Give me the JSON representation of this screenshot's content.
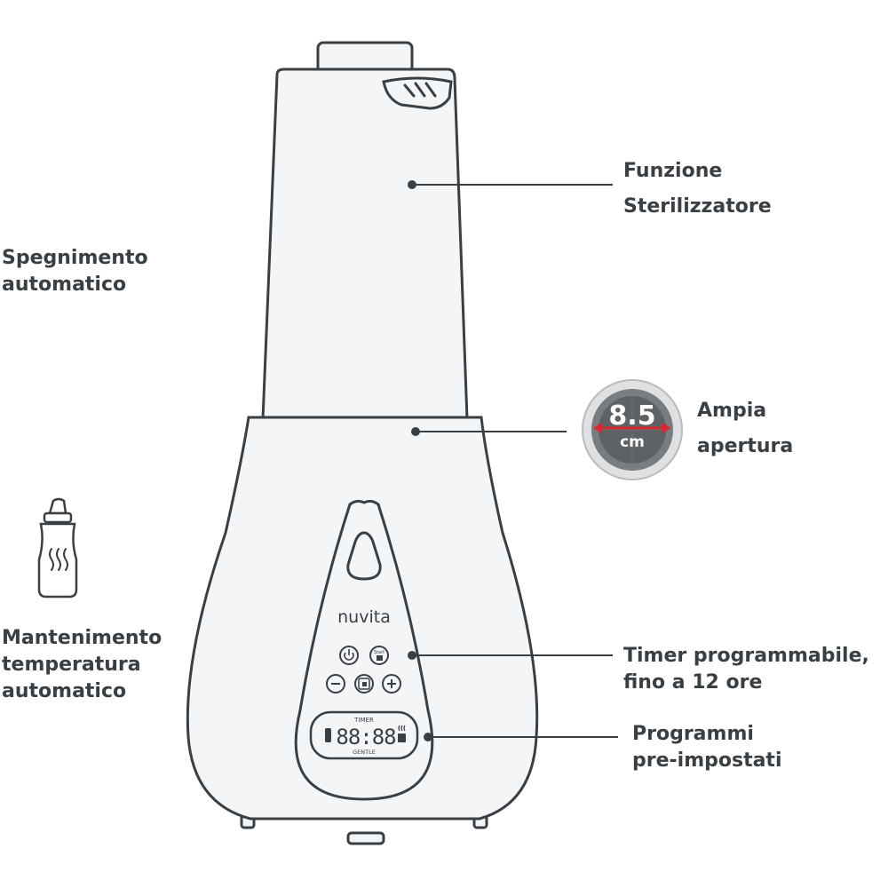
{
  "brand": "nuvita",
  "callouts": {
    "sterilizer": {
      "line1": "Funzione",
      "line2": "Sterilizzatore"
    },
    "auto_off": {
      "line1": "Spegnimento",
      "line2": "automatico"
    },
    "opening": {
      "line1": "Ampia",
      "line2": "apertura"
    },
    "keep_warm": {
      "line1": "Mantenimento",
      "line2": "temperatura",
      "line3": "automatico"
    },
    "timer": {
      "line1": "Timer programmabile,",
      "line2": "fino a 12 ore"
    },
    "programs": {
      "line1": "Programmi",
      "line2": "pre-impostati"
    }
  },
  "opening_badge": {
    "value": "8.5",
    "unit": "cm"
  },
  "display": {
    "top_label": "TIMER",
    "digits": "88:88",
    "bottom_label": "GENTLE"
  },
  "buttons": {
    "start_label": "Start"
  },
  "colors": {
    "outline": "#3a3f44",
    "body_fill": "#f4f5f6",
    "badge_arrow": "#d7262e"
  }
}
